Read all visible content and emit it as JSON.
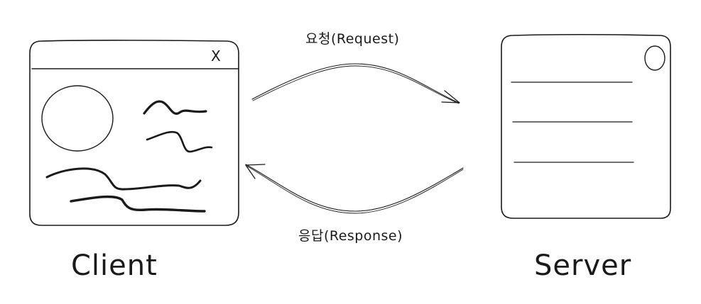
{
  "arrows": {
    "request": "요청(Request)",
    "response": "응답(Response)"
  },
  "nodes": {
    "client": "Client",
    "server": "Server"
  },
  "window": {
    "close_glyph": "X"
  },
  "colors": {
    "stroke": "#1a1a1a",
    "background": "#ffffff"
  }
}
